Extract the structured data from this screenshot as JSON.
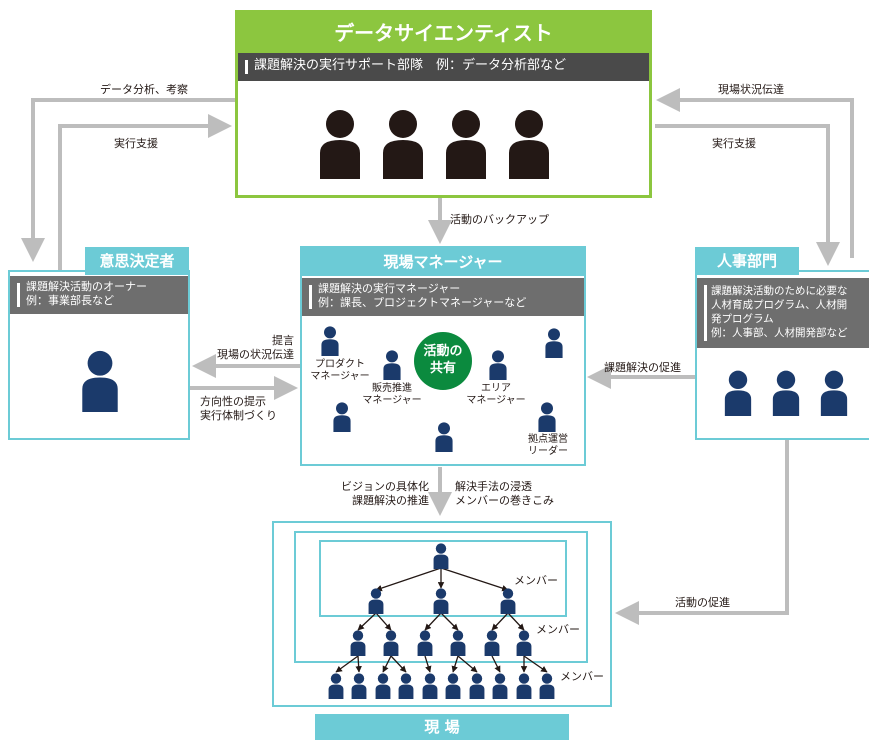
{
  "colors": {
    "green": "#8cc63f",
    "cyan": "#6ccbd6",
    "gray_arrow": "#bdbdbd",
    "dark_person": "#231815",
    "navy_person": "#1b3a6b",
    "share_circle": "#0b8a3e",
    "gray_band": "#6e6e6e"
  },
  "data_scientist": {
    "title": "データサイエンティスト",
    "subtitle": "課題解決の実行サポート部隊　例：データ分析部など"
  },
  "decision_maker": {
    "title": "意思決定者",
    "desc_lines": [
      "課題解決活動のオーナー",
      "例：事業部長など"
    ]
  },
  "field_manager": {
    "title": "現場マネージャー",
    "desc_lines": [
      "課題解決の実行マネージャー",
      "例：課長、プロジェクトマネージャーなど"
    ],
    "share_label_lines": [
      "活動の",
      "共有"
    ],
    "roles": {
      "product": [
        "プロダクト",
        "マネージャー"
      ],
      "sales": [
        "販売推進",
        "マネージャー"
      ],
      "area": [
        "エリア",
        "マネージャー"
      ],
      "base": [
        "拠点運営",
        "リーダー"
      ]
    }
  },
  "hr": {
    "title": "人事部門",
    "desc_lines": [
      "課題解決活動のために必要な",
      "人材育成プログラム、人材開",
      "発プログラム",
      "例：人事部、人材開発部など"
    ]
  },
  "field": {
    "title": "現 場",
    "member_label": "メンバー"
  },
  "arrows": {
    "data_analysis": "データ分析、考察",
    "exec_support_left": "実行支援",
    "field_status": "現場状況伝達",
    "exec_support_right": "実行支援",
    "activity_backup": "活動のバックアップ",
    "proposal_lines": [
      "提言",
      "現場の状況伝達"
    ],
    "direction_lines": [
      "方向性の提示",
      "実行体制づくり"
    ],
    "promote_solution": "課題解決の促進",
    "vision_lines": [
      "ビジョンの具体化",
      "課題解決の推進"
    ],
    "method_lines": [
      "解決手法の浸透",
      "メンバーの巻きこみ"
    ],
    "promote_activity": "活動の促進"
  }
}
